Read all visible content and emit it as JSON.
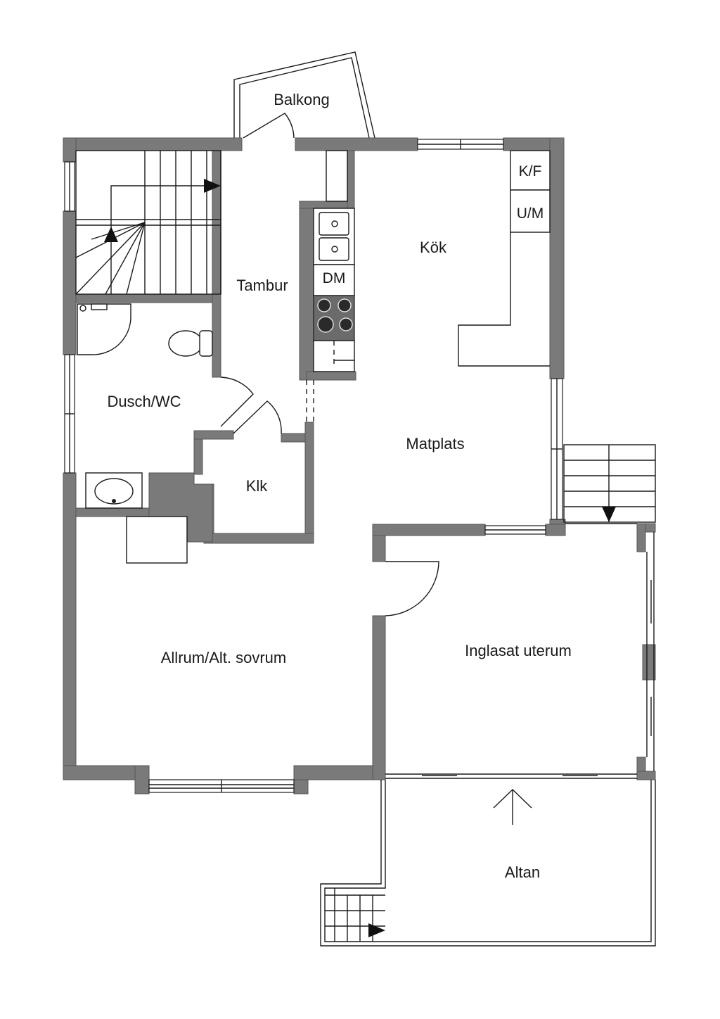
{
  "floorplan": {
    "rooms": {
      "balkong": "Balkong",
      "tambur": "Tambur",
      "kok": "Kök",
      "dusch_wc": "Dusch/WC",
      "klk": "Klk",
      "matplats": "Matplats",
      "allrum": "Allrum/Alt. sovrum",
      "uterum": "Inglasat uterum",
      "altan": "Altan"
    },
    "appliances": {
      "kf": "K/F",
      "um": "U/M",
      "dm": "DM"
    },
    "colors": {
      "wall": "#7a7a7a",
      "line": "#1a1a1a",
      "background": "#ffffff"
    }
  }
}
